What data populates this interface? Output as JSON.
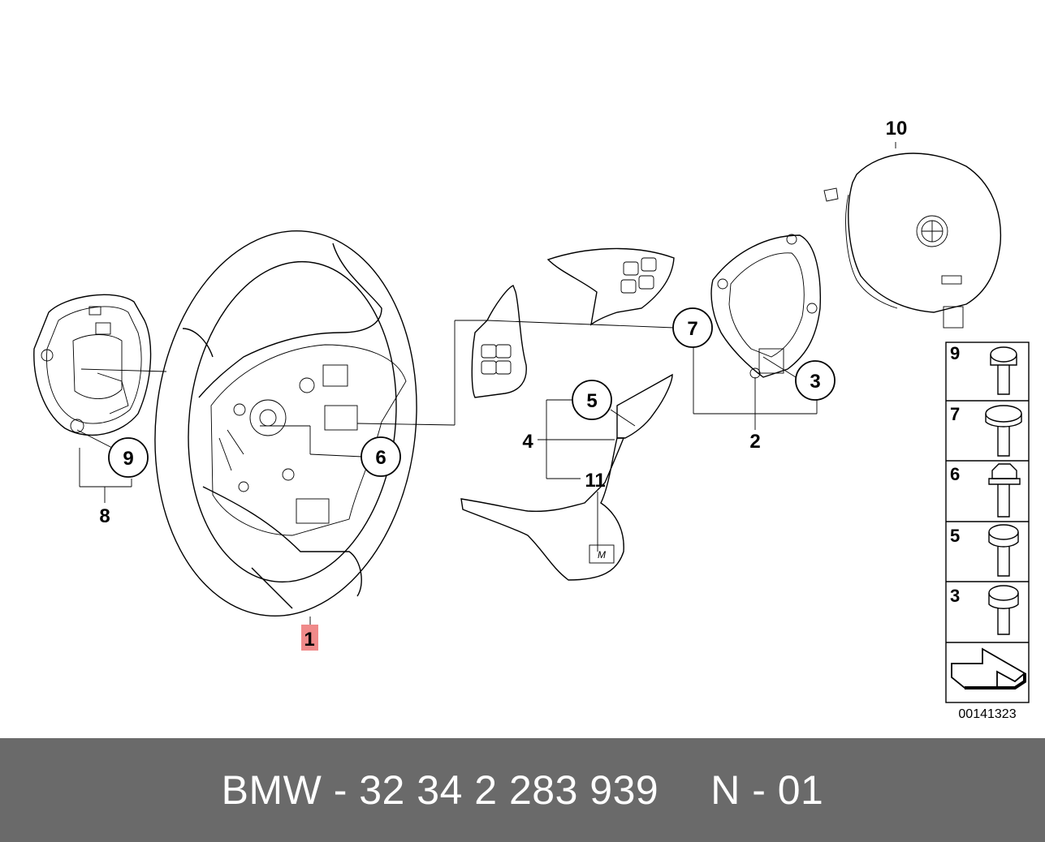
{
  "callouts": {
    "c1": "1",
    "c2": "2",
    "c3": "3",
    "c4": "4",
    "c5": "5",
    "c6": "6",
    "c7": "7",
    "c8": "8",
    "c9": "9",
    "c10": "10",
    "c11": "11"
  },
  "legend": {
    "items": [
      "9",
      "7",
      "6",
      "5",
      "3"
    ]
  },
  "diagram_id": "00141323",
  "footer": {
    "part_number": "BMW - 32 34 2 283 939",
    "position": "N - 01"
  },
  "colors": {
    "footer_bg": "#6a6a6a",
    "highlight": "#f08a8a",
    "line": "#000000"
  }
}
